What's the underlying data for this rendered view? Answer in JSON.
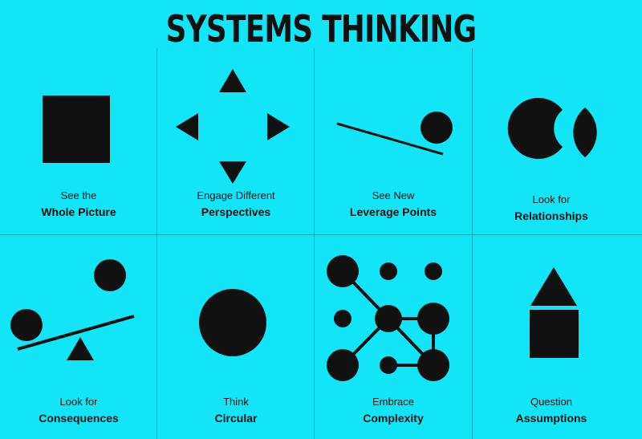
{
  "title": "SYSTEMS THINKING",
  "colors": {
    "background": "#12e5f5",
    "ink": "#111111",
    "gridline": "#0aa9b6"
  },
  "cards": [
    {
      "line1": "See the",
      "line2": "Whole Picture",
      "icon": "square-icon"
    },
    {
      "line1": "Engage Different",
      "line2": "Perspectives",
      "icon": "four-arrows-icon"
    },
    {
      "line1": "See New",
      "line2": "Leverage Points",
      "icon": "lever-ball-icon"
    },
    {
      "line1": "Look for",
      "line2": "Relationships",
      "icon": "crescent-pair-icon"
    },
    {
      "line1": "Look for",
      "line2": "Consequences",
      "icon": "seesaw-icon"
    },
    {
      "line1": "Think",
      "line2": "Circular",
      "icon": "circle-icon"
    },
    {
      "line1": "Embrace",
      "line2": "Complexity",
      "icon": "network-icon"
    },
    {
      "line1": "Question",
      "line2": "Assumptions",
      "icon": "house-icon"
    }
  ]
}
